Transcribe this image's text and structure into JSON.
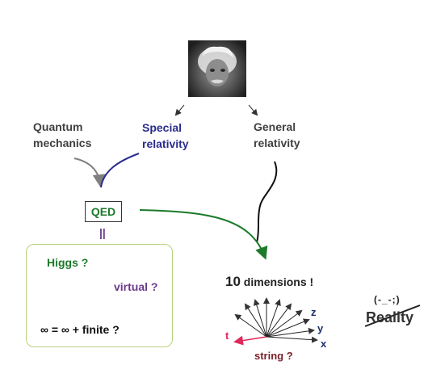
{
  "portrait_alt": "Albert Einstein",
  "nodes": {
    "quantum": [
      "Quantum",
      "mechanics"
    ],
    "special": [
      "Special",
      "relativity"
    ],
    "general": [
      "General",
      "relativity"
    ],
    "qed": "QED",
    "equals": "||"
  },
  "panel": {
    "higgs": "Higgs ?",
    "virtual": "virtual ?",
    "formula": "∞ = ∞  + finite  ?"
  },
  "dimensions": {
    "number": "10",
    "text": " dimensions !"
  },
  "axes": {
    "z": "z",
    "y": "y",
    "x": "x",
    "t": "t",
    "string": "string ?"
  },
  "reality": {
    "face": "(-_-;)",
    "word": "Reality"
  },
  "colors": {
    "green": "#1c7a2a",
    "blue": "#2b2b8f",
    "purple": "#6b3a8a",
    "red": "#e0285a",
    "maroon": "#7a1f2a",
    "grey": "#808080",
    "panel_border": "#b7d07a"
  }
}
